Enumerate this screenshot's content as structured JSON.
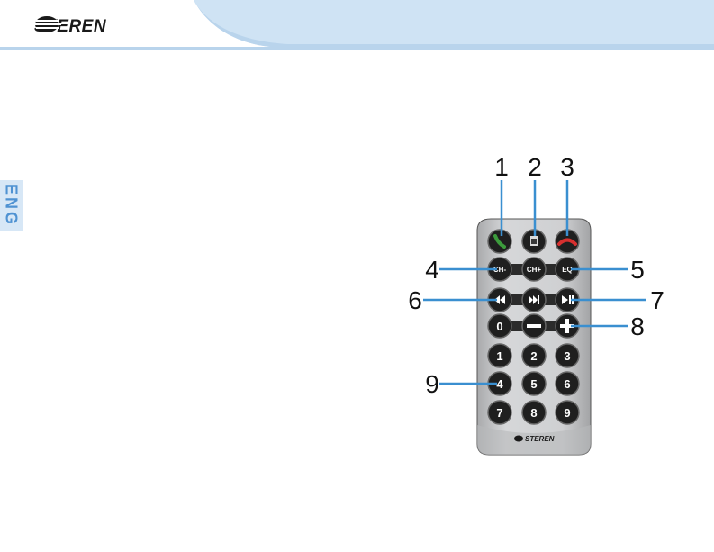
{
  "header": {
    "brand": "STEREN"
  },
  "side_tab": {
    "language": "ENG"
  },
  "remote": {
    "buttons": {
      "ch_minus": "CH-",
      "ch_plus": "CH+",
      "eq": "EQ",
      "num_0": "0",
      "num_1": "1",
      "num_2": "2",
      "num_3": "3",
      "num_4": "4",
      "num_5": "5",
      "num_6": "6",
      "num_7": "7",
      "num_8": "8",
      "num_9": "9"
    },
    "brand": "STEREN"
  },
  "callouts": {
    "c1": "1",
    "c2": "2",
    "c3": "3",
    "c4": "4",
    "c5": "5",
    "c6": "6",
    "c7": "7",
    "c8": "8",
    "c9": "9"
  },
  "colors": {
    "header_blue": "#cfe3f4",
    "header_fold": "#b9d4ec",
    "callout_line": "#3a8fd0",
    "tab_text": "#4f92d2",
    "remote_body": "#c7c8ca",
    "button": "#2b2b2b"
  }
}
